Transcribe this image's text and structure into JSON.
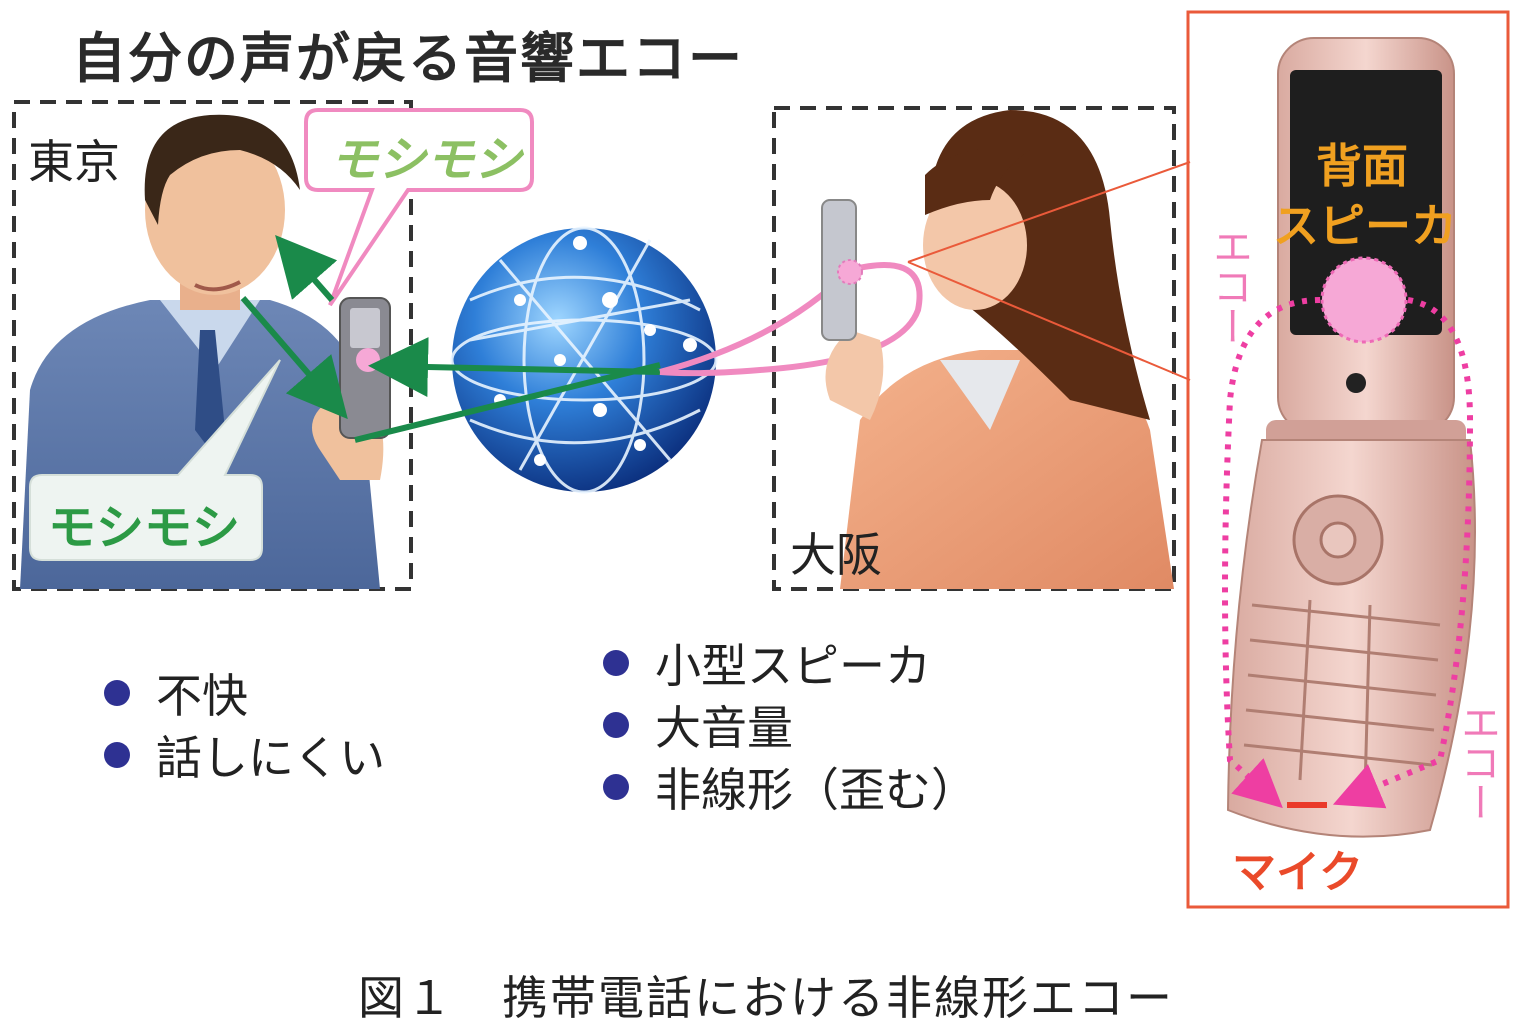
{
  "title": "自分の声が戻る音響エコー",
  "tokyo": {
    "label": "東京",
    "bubble_text": "モシモシ",
    "bullets": [
      "不快",
      "話しにくい"
    ]
  },
  "osaka": {
    "label": "大阪",
    "echo_bubble_text": "モシモシ",
    "bullets": [
      "小型スピーカ",
      "大音量",
      "非線形（歪む）"
    ]
  },
  "phone_detail": {
    "speaker_label_1": "背面",
    "speaker_label_2": "スピーカ",
    "echo_left": "エコー",
    "echo_right": "エコー",
    "mic_label": "マイク"
  },
  "caption": "図１　携帯電話における非線形エコー",
  "colors": {
    "bullet": "#2e3192",
    "green_arrow": "#1a8a4a",
    "pink_path": "#f08ac0",
    "echo_pink": "#ee3ea2",
    "detail_border": "#ea5a3a",
    "speaker_label": "#f0a020"
  }
}
